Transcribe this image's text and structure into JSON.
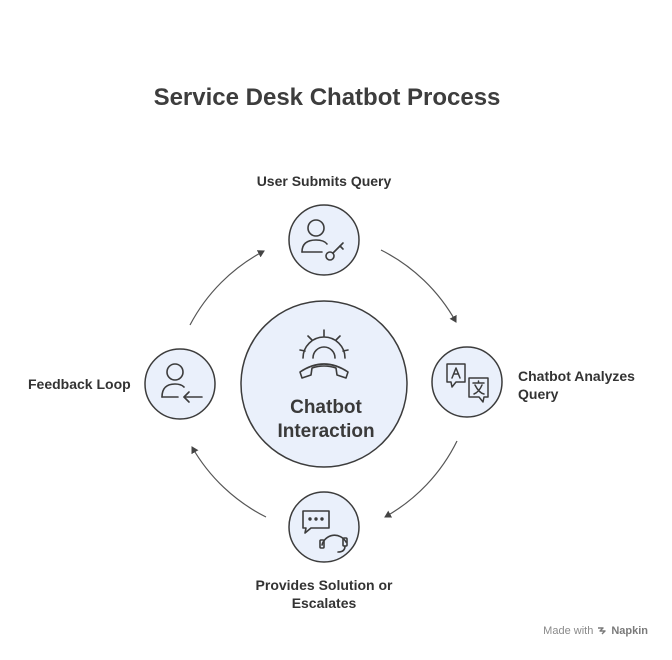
{
  "title": "Service Desk Chatbot Process",
  "center": {
    "label_line1": "Chatbot",
    "label_line2": "Interaction",
    "icon": "gear-phone-icon"
  },
  "steps": [
    {
      "label": "User Submits Query",
      "icon": "user-key-icon"
    },
    {
      "label_line1": "Chatbot Analyzes",
      "label_line2": "Query",
      "icon": "translate-icon"
    },
    {
      "label_line1": "Provides Solution or",
      "label_line2": "Escalates",
      "icon": "chat-headset-icon"
    },
    {
      "label": "Feedback Loop",
      "icon": "user-arrow-icon"
    }
  ],
  "watermark": {
    "prefix": "Made with",
    "brand": "Napkin"
  },
  "colors": {
    "circle_fill": "#eaf0fb",
    "stroke": "#3c3c3c",
    "arrow": "#555555"
  }
}
